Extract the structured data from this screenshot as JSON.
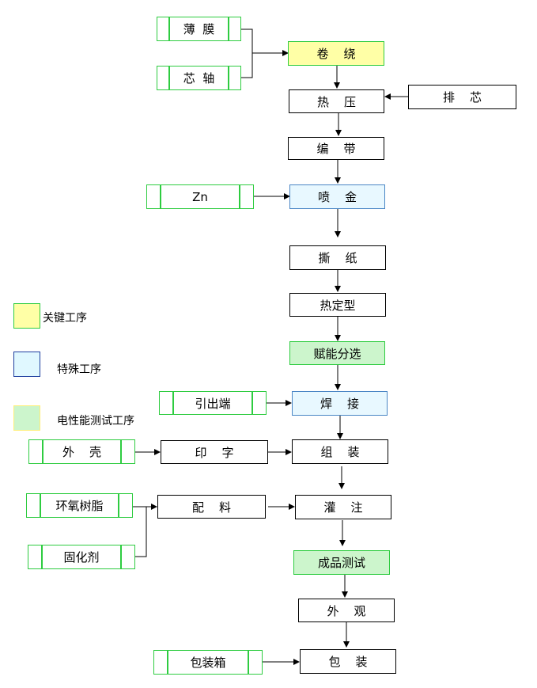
{
  "colors": {
    "input_border": "#2ecc40",
    "key_fill": "#ffffa6",
    "special_fill": "#e8f8ff",
    "elec_fill": "#ccf5cc",
    "line": "#000000"
  },
  "inputs": {
    "film": "薄  膜",
    "core_shaft": "芯  轴",
    "zn": "Zn",
    "lead_terminal": "引出端",
    "shell": "外    壳",
    "epoxy": "环氧树脂",
    "curing_agent": "固化剂",
    "packing_box": "包装箱"
  },
  "process": {
    "winding": "卷    绕",
    "hot_press": "热    压",
    "core_arrange": "排    芯",
    "taping": "编    带",
    "spraying": "喷    金",
    "tear_paper": "撕    纸",
    "heat_setting": "热定型",
    "grading": "赋能分选",
    "welding": "焊    接",
    "printing": "印    字",
    "assembly": "组    装",
    "mixing": "配    料",
    "potting": "灌    注",
    "final_test": "成品测试",
    "appearance": "外    观",
    "packaging": "包    装"
  },
  "legend": {
    "key": "关键工序",
    "special": "特殊工序",
    "elec": "电性能测试工序"
  }
}
